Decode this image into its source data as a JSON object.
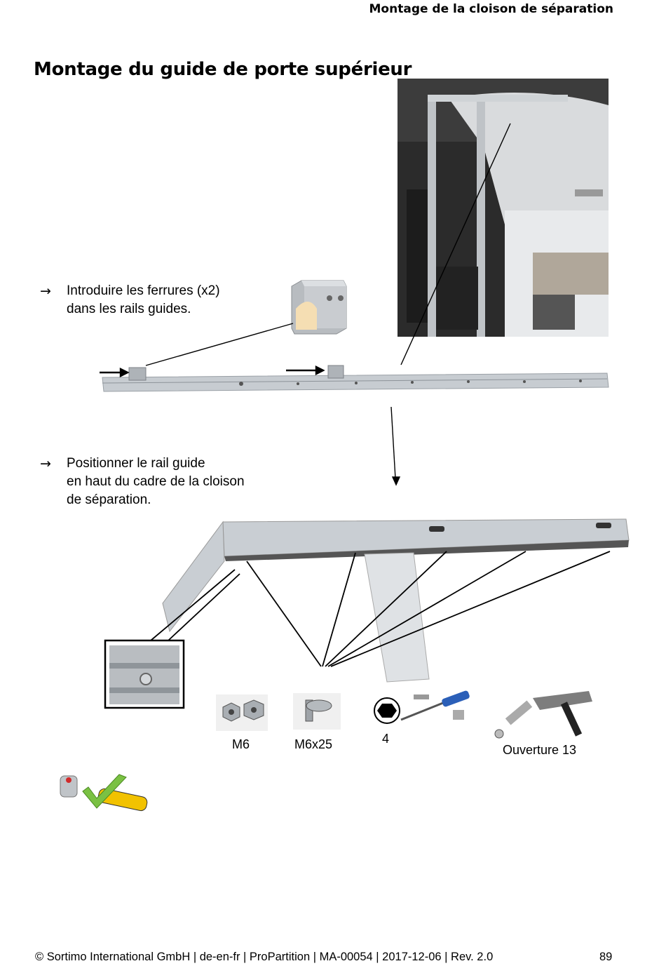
{
  "header": {
    "section_title": "Montage de la cloison de séparation"
  },
  "page": {
    "title": "Montage du guide de porte supérieur"
  },
  "instructions": [
    {
      "arrow": "→",
      "lines": [
        "Introduire les ferrures (x2)",
        "dans les rails guides."
      ]
    },
    {
      "arrow": "→",
      "lines": [
        "Positionner le rail guide",
        "en haut du cadre de la cloison",
        "de séparation."
      ]
    }
  ],
  "parts": [
    {
      "label": "M6",
      "icon": "hex-nuts-icon"
    },
    {
      "label": "M6x25",
      "icon": "flange-screw-icon"
    },
    {
      "label": "4",
      "icon": "hex-screwdriver-icon"
    },
    {
      "label": "Ouverture 13",
      "icon": "ratchet-wrench-icon"
    }
  ],
  "footer": {
    "copyright": "© Sortimo International GmbH | de-en-fr | ProPartition | MA-00054 | 2017-12-06 | Rev. 2.0",
    "page_number": "89"
  },
  "colors": {
    "accent_check": "#7ac143",
    "metal": "#c7ccd1",
    "dark": "#3a3a3a"
  }
}
